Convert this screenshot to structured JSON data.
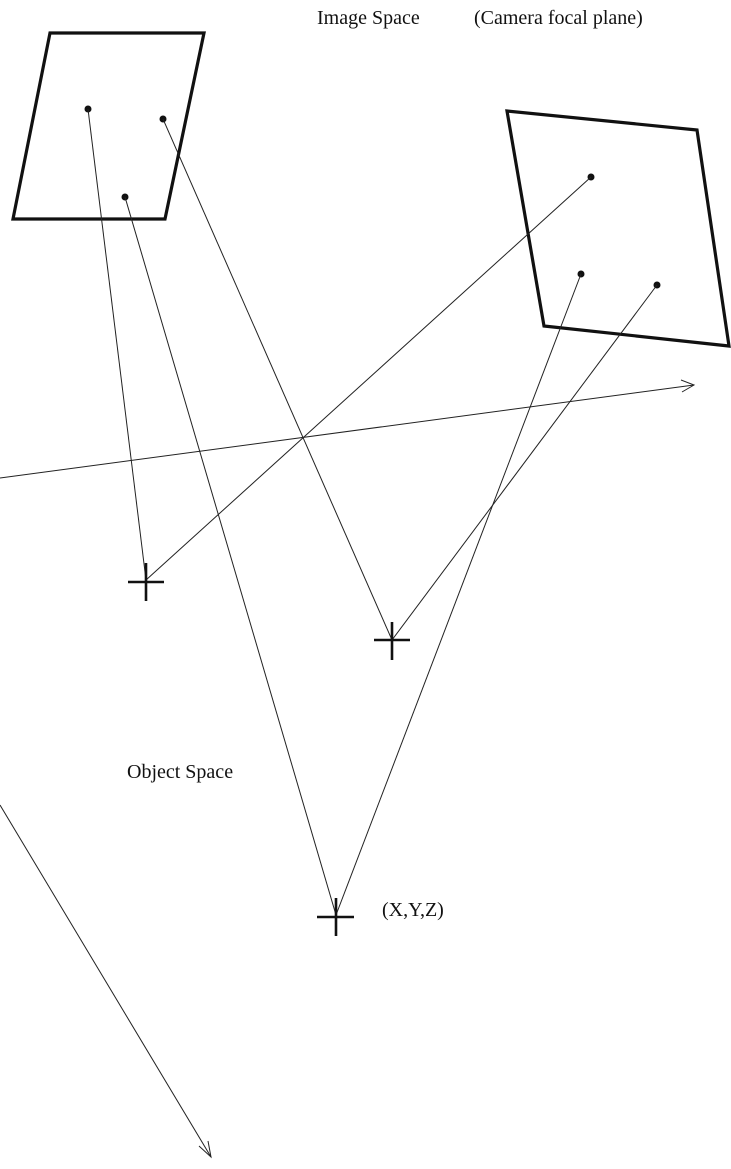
{
  "labels": {
    "image_space": "Image Space",
    "camera_focal_plane": "(Camera focal plane)",
    "object_space": "Object Space",
    "point_coords": "(X,Y,Z)"
  }
}
